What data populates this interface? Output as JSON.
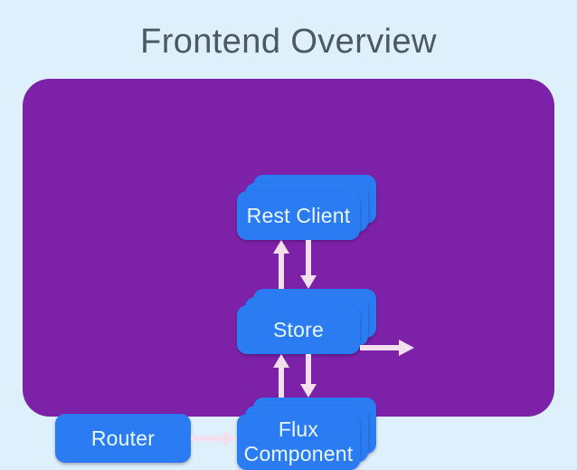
{
  "slide": {
    "title": "Frontend Overview",
    "background_color": "#ddf0fc",
    "title_color": "#4d5962",
    "panel_color": "#7d21a8",
    "node_color": "#2b7bf2",
    "node_text_color": "#e9f9ff",
    "arrow_color": "#f4dfee"
  },
  "diagram": {
    "type": "flow-diagram",
    "nodes": [
      {
        "id": "rest-client",
        "label": "Rest Client",
        "stacked": true,
        "stack_count": 3
      },
      {
        "id": "store",
        "label": "Store",
        "stacked": true,
        "stack_count": 3
      },
      {
        "id": "flux-component",
        "label": "Flux\nComponent",
        "stacked": true,
        "stack_count": 3
      },
      {
        "id": "router",
        "label": "Router",
        "stacked": false,
        "stack_count": 1
      }
    ],
    "arrows": [
      {
        "id": "store-to-rest-client",
        "from": "store",
        "to": "rest-client",
        "direction": "up"
      },
      {
        "id": "rest-client-to-store",
        "from": "rest-client",
        "to": "store",
        "direction": "down"
      },
      {
        "id": "flux-to-store",
        "from": "flux-component",
        "to": "store",
        "direction": "up"
      },
      {
        "id": "store-to-flux",
        "from": "store",
        "to": "flux-component",
        "direction": "down"
      },
      {
        "id": "router-to-flux",
        "from": "router",
        "to": "flux-component",
        "direction": "right"
      },
      {
        "id": "flux-to-output",
        "from": "flux-component",
        "to": "",
        "direction": "right"
      }
    ]
  }
}
